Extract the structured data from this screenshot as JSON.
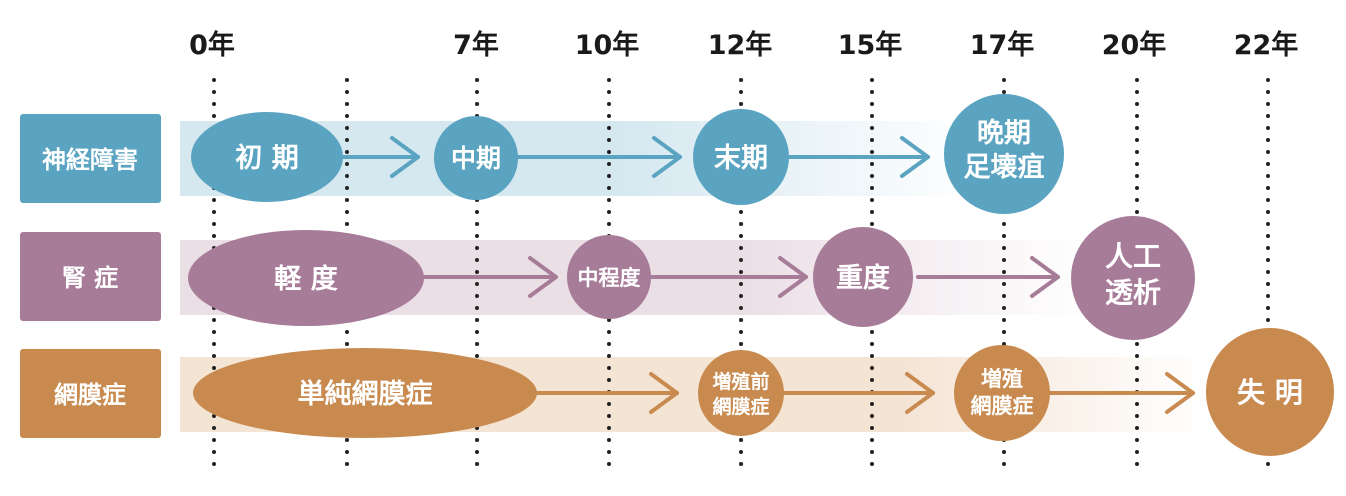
{
  "years": [
    "0年",
    "7年",
    "10年",
    "12年",
    "15年",
    "17年",
    "20年",
    "22年"
  ],
  "rows": [
    {
      "label": "神経障害",
      "color": "#5aa4c1",
      "band_color": "#d7e9f1",
      "stages": [
        {
          "lines": [
            "初 期"
          ]
        },
        {
          "lines": [
            "中期"
          ]
        },
        {
          "lines": [
            "末期"
          ]
        },
        {
          "lines": [
            "晩期",
            "足壊疽"
          ]
        }
      ]
    },
    {
      "label": "腎 症",
      "color": "#a77c98",
      "band_color": "#ebdfe6",
      "stages": [
        {
          "lines": [
            "軽 度"
          ]
        },
        {
          "lines": [
            "中程度"
          ]
        },
        {
          "lines": [
            "重度"
          ]
        },
        {
          "lines": [
            "人工",
            "透析"
          ]
        }
      ]
    },
    {
      "label": "網膜症",
      "color": "#c98a4f",
      "band_color": "#f4e4d4",
      "stages": [
        {
          "lines": [
            "単純網膜症"
          ]
        },
        {
          "lines": [
            "増殖前",
            "網膜症"
          ]
        },
        {
          "lines": [
            "増殖",
            "網膜症"
          ]
        },
        {
          "lines": [
            "失 明"
          ]
        }
      ]
    }
  ]
}
